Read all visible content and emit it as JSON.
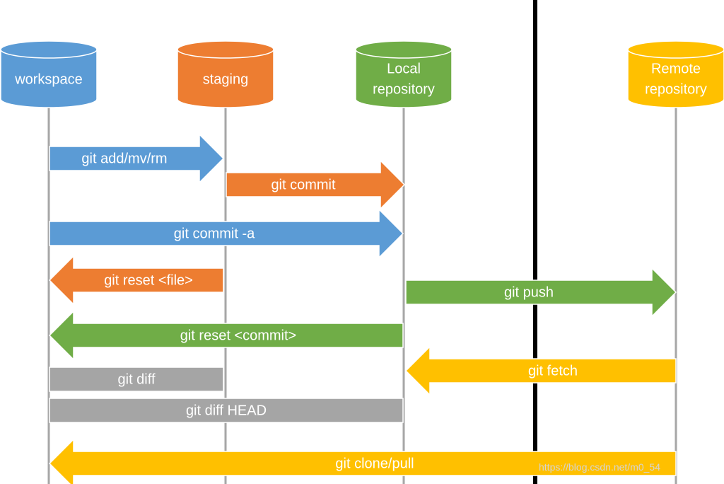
{
  "colors": {
    "blue": "#5B9BD5",
    "orange": "#ED7D31",
    "green": "#70AD47",
    "gold": "#FFC000",
    "gray": "#A5A5A5",
    "lifeline": "#A6A6A6",
    "divider": "#000000"
  },
  "nodes": [
    {
      "id": "workspace",
      "lines": [
        "workspace"
      ],
      "color": "blue"
    },
    {
      "id": "staging",
      "lines": [
        "staging"
      ],
      "color": "orange"
    },
    {
      "id": "local",
      "lines": [
        "Local",
        "repository"
      ],
      "color": "green"
    },
    {
      "id": "remote",
      "lines": [
        "Remote",
        "repository"
      ],
      "color": "gold"
    }
  ],
  "commands": [
    {
      "id": "git-add",
      "label": "git add/mv/rm",
      "from": "workspace",
      "to": "staging",
      "kind": "arrow",
      "color": "blue"
    },
    {
      "id": "git-commit",
      "label": "git commit",
      "from": "staging",
      "to": "local",
      "kind": "arrow",
      "color": "orange"
    },
    {
      "id": "git-commit-a",
      "label": "git commit -a",
      "from": "workspace",
      "to": "local",
      "kind": "arrow",
      "color": "blue"
    },
    {
      "id": "git-reset-file",
      "label": "git reset <file>",
      "from": "staging",
      "to": "workspace",
      "kind": "arrow",
      "color": "orange"
    },
    {
      "id": "git-push",
      "label": "git push",
      "from": "local",
      "to": "remote",
      "kind": "arrow",
      "color": "green"
    },
    {
      "id": "git-reset-commit",
      "label": "git reset <commit>",
      "from": "local",
      "to": "workspace",
      "kind": "arrow",
      "color": "green"
    },
    {
      "id": "git-fetch",
      "label": "git fetch",
      "from": "remote",
      "to": "local",
      "kind": "arrow",
      "color": "gold"
    },
    {
      "id": "git-diff",
      "label": "git diff",
      "from": "workspace",
      "to": "staging",
      "kind": "bar",
      "color": "gray"
    },
    {
      "id": "git-diff-head",
      "label": "git diff HEAD",
      "from": "workspace",
      "to": "local",
      "kind": "bar",
      "color": "gray"
    },
    {
      "id": "git-clone-pull",
      "label": "git clone/pull",
      "from": "remote",
      "to": "workspace",
      "kind": "arrow",
      "color": "gold"
    }
  ],
  "watermark": "https://blog.csdn.net/m0_54"
}
